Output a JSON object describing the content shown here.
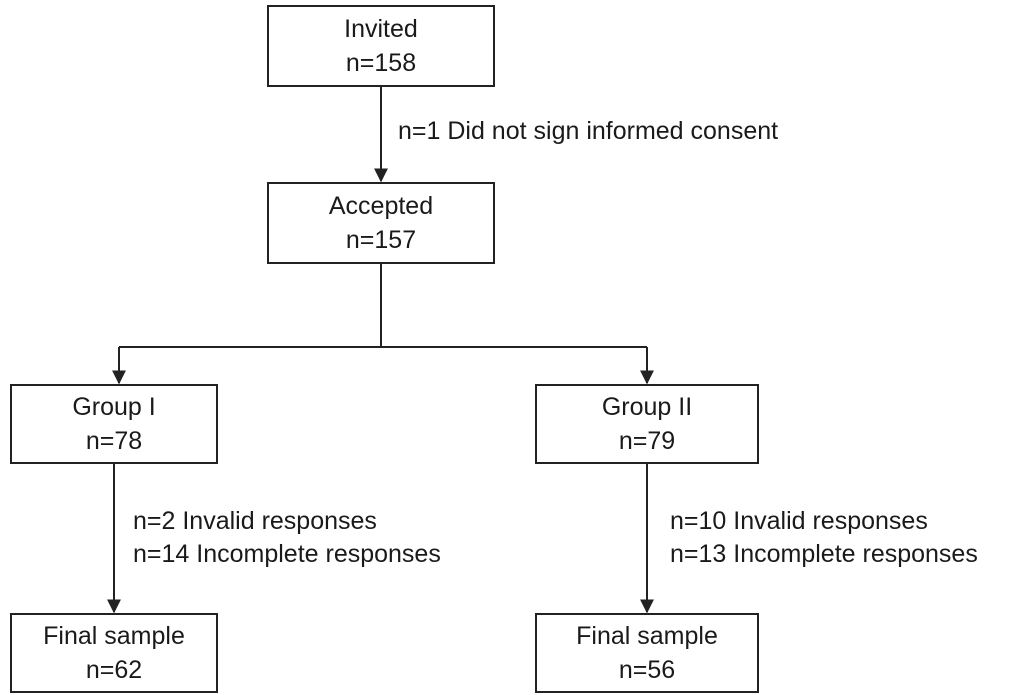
{
  "diagram": {
    "invited": {
      "title": "Invited",
      "count": "n=158"
    },
    "exclusion_consent": "n=1 Did not sign informed consent",
    "accepted": {
      "title": "Accepted",
      "count": "n=157"
    },
    "group1": {
      "title": "Group I",
      "count": "n=78"
    },
    "group2": {
      "title": "Group II",
      "count": "n=79"
    },
    "group1_exclusions": [
      "n=2 Invalid responses",
      "n=14 Incomplete responses"
    ],
    "group2_exclusions": [
      "n=10 Invalid responses",
      "n=13 Incomplete responses"
    ],
    "final1": {
      "title": "Final sample",
      "count": "n=62"
    },
    "final2": {
      "title": "Final sample",
      "count": "n=56"
    }
  }
}
